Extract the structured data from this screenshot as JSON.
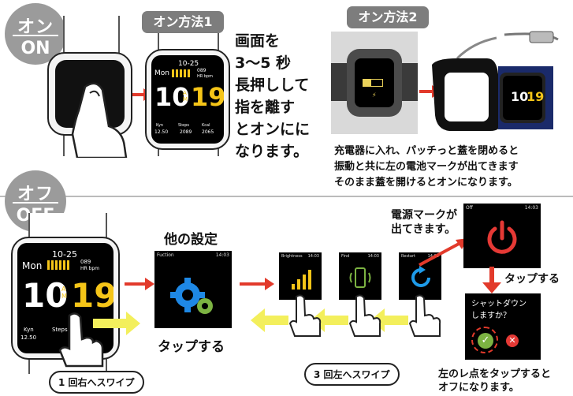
{
  "on_badge": {
    "jp": "オン",
    "en": "ON"
  },
  "off_badge": {
    "jp": "オフ",
    "en": "OFF"
  },
  "method1_title": "オン方法1",
  "method2_title": "オン方法2",
  "method1_steps": [
    "画面を",
    "3〜5 秒",
    "長押しして",
    "指を離す",
    "とオンにに",
    "なります。"
  ],
  "method2_notes": [
    "充電器に入れ、パッチっと蓋を閉めると",
    "振動と共に左の電池マークが出てきます",
    "そのまま蓋を開けるとオンになります。"
  ],
  "watch_face": {
    "date": "10-25",
    "day": "Mon",
    "hr_value": "089",
    "hr_unit": "HR bpm",
    "hour": "10",
    "minute": "19",
    "am": "AM",
    "km_label": "Kyn",
    "km_value": "12.50",
    "steps_label": "Steps",
    "steps_value": "2089",
    "kcal_label": "Kcal",
    "kcal_value": "2065"
  },
  "other_settings_title": "他の設定",
  "function_screen": {
    "title": "Fuction",
    "time": "14:03"
  },
  "mini_screens": [
    {
      "title": "Brightness",
      "time": "14:03"
    },
    {
      "title": "Find",
      "time": "14:03"
    },
    {
      "title": "Restart",
      "time": "14:03"
    }
  ],
  "tap_label": "タップする",
  "power_caption": [
    "電源マークが",
    "出てきます。"
  ],
  "off_screen": {
    "title": "Off",
    "time": "14:03"
  },
  "tap_label2": "タップする",
  "shutdown_prompt": [
    "シャットダウン",
    "しますか？"
  ],
  "swipe_right": "1 回右へスワイプ",
  "swipe_left": "3 回左へスワイプ",
  "final_note": [
    "左のレ点をタップすると",
    "オフになります。"
  ],
  "colors": {
    "accent_red": "#e23a2b",
    "accent_yellow": "#f3ef5c",
    "badge_gray": "#9b9b9b"
  }
}
